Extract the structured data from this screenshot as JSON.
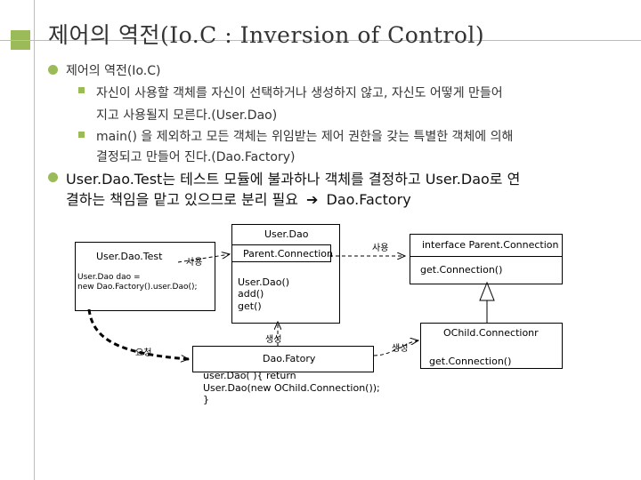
{
  "title": "제어의 역전(Io.C : Inversion of Control)",
  "bullets": {
    "b1": "제어의 역전(Io.C)",
    "s1_l1": "자신이 사용할 객체를 자신이 선택하거나 생성하지 않고, 자신도 어떻게 만들어",
    "s1_l2": "지고 사용될지 모른다.(User.Dao)",
    "s2_l1": "main() 을 제외하고 모든 객체는 위임받는 제어 권한을 갖는 특별한 객체에 의해",
    "s2_l2": "결정되고 만들어 진다.(Dao.Factory)",
    "b2_l1": "User.Dao.Test는  테스트 모듈에 불과하나 객체를 결정하고 User.Dao로 연",
    "b2_l2_prefix": "결하는 책임을  맡고 있으므로 분리 필요",
    "b2_l2_arrow": "➔",
    "b2_l2_suffix": "Dao.Factory"
  },
  "diagram": {
    "userdaotest": {
      "title": "User.Dao.Test",
      "code_l1": "User.Dao dao =",
      "code_l2": "new Dao.Factory().user.Dao();"
    },
    "userdao": {
      "title": "User.Dao",
      "field": "Parent.Connection",
      "m1": "User.Dao()",
      "m2": "add()",
      "m3": "get()"
    },
    "parentconn": {
      "title": "interface Parent.Connection",
      "method": "get.Connection()"
    },
    "ochild": {
      "title": "OChild.Connectionr",
      "method": "get.Connection()"
    },
    "daofactory": {
      "title": "Dao.Fatory",
      "code_l1": "user.Dao( ){ return",
      "code_l2": "User.Dao(new OChild.Connection());",
      "code_l3": "}"
    },
    "labels": {
      "use1": "사용",
      "use2": "사용",
      "request": "요청",
      "create1": "생성",
      "create2": "생성"
    }
  }
}
